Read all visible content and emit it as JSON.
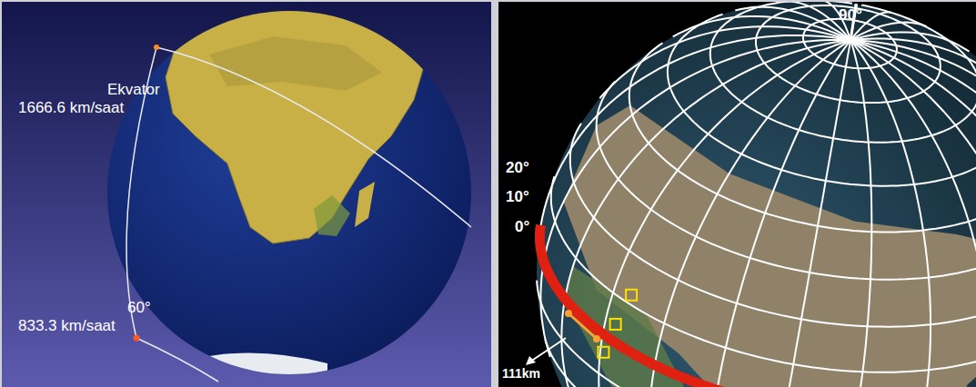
{
  "diagram": {
    "labels": [
      "Ekvator",
      "1666.6 km/saat",
      "60°",
      "833.3 km/saat",
      "90°",
      "20°",
      "10°",
      "0°",
      "111km"
    ]
  }
}
